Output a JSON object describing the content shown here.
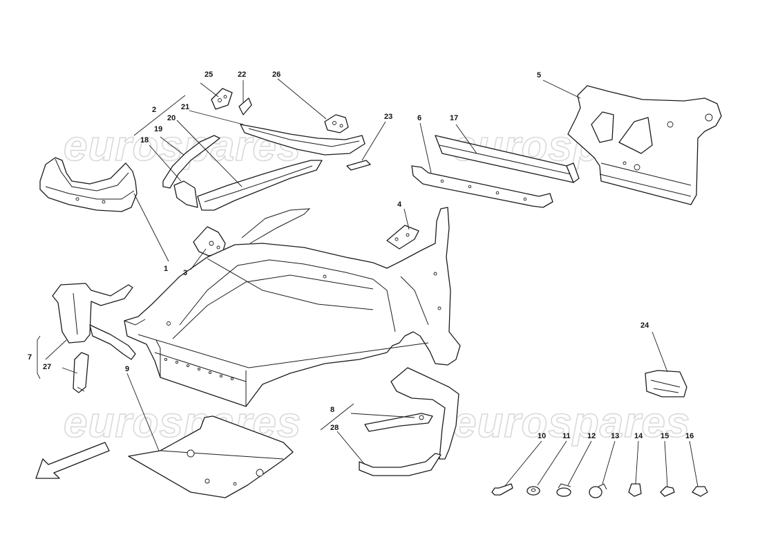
{
  "watermark": {
    "text": "eurospares"
  },
  "callouts": {
    "c1": "1",
    "c2": "2",
    "c3": "3",
    "c4": "4",
    "c5": "5",
    "c6": "6",
    "c7": "7",
    "c8": "8",
    "c9": "9",
    "c10": "10",
    "c11": "11",
    "c12": "12",
    "c13": "13",
    "c14": "14",
    "c15": "15",
    "c16": "16",
    "c17": "17",
    "c18": "18",
    "c19": "19",
    "c20": "20",
    "c21": "21",
    "c22": "22",
    "c23": "23",
    "c24": "24",
    "c25": "25",
    "c26": "26",
    "c27": "27",
    "c28": "28"
  },
  "colors": {
    "line": "#1a1a1a",
    "watermark": "#d9d9d9",
    "background": "#ffffff"
  }
}
